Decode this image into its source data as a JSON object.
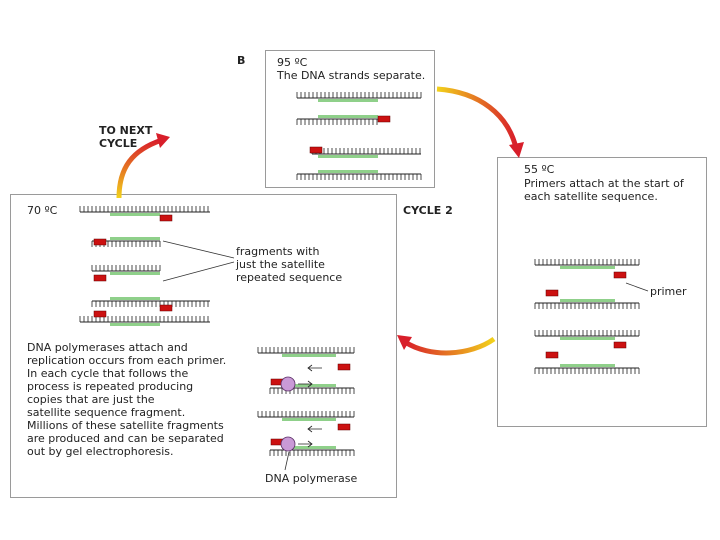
{
  "panel_b": {
    "letter": "B",
    "temp": "95 ºC",
    "caption": "The DNA strands separate."
  },
  "to_next_cycle": "TO NEXT\nCYCLE",
  "cycle_label": "CYCLE 2",
  "panel_55": {
    "temp": "55 ºC",
    "caption": "Primers attach at the start of\neach satellite sequence.",
    "primer_label": "primer"
  },
  "panel_70": {
    "temp": "70 ºC",
    "fragments_label": "fragments with\njust the satellite\nrepeated sequence",
    "description": "DNA polymerases attach and\nreplication occurs from each primer.\nIn each cycle that follows the\nprocess is repeated producing\ncopies that are just the\nsatellite sequence fragment.\nMillions of these satellite fragments\nare produced and can be separated\nout by gel electrophoresis.",
    "polymerase_label": "DNA polymerase"
  },
  "colors": {
    "satellite": "#8fd08a",
    "primer": "#cc1111",
    "polymerase": "#c99ad6",
    "arrow_start": "#f2d21b",
    "arrow_end": "#d81e2a"
  }
}
